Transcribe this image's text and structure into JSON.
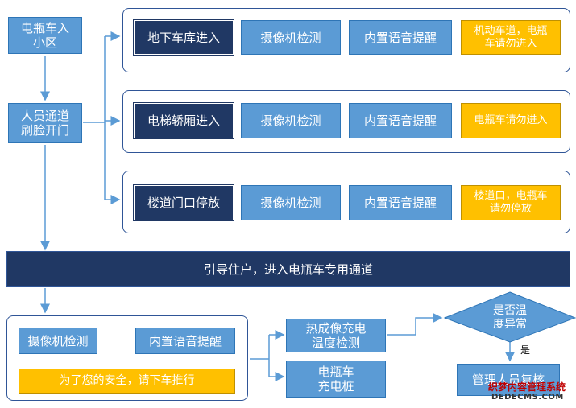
{
  "start": "电瓶车入\n小区",
  "gate": "人员通道\n刷脸开门",
  "rows": [
    {
      "entry": "地下车库进入",
      "camera": "摄像机检测",
      "voice": "内置语音提醒",
      "warning": "机动车道，电瓶\n车请勿进入"
    },
    {
      "entry": "电梯轿厢进入",
      "camera": "摄像机检测",
      "voice": "内置语音提醒",
      "warning": "电瓶车请勿进入"
    },
    {
      "entry": "楼道门口停放",
      "camera": "摄像机检测",
      "voice": "内置语音提醒",
      "warning": "楼道口，电瓶车\n请勿停放"
    }
  ],
  "banner": "引导住户，进入电瓶车专用通道",
  "bottom": {
    "camera": "摄像机检测",
    "voice": "内置语音提醒",
    "notice": "为了您的安全，请下车推行",
    "thermal": "热成像充电\n温度检测",
    "pile": "电瓶车\n充电桩",
    "decision": "是否温\n度异常",
    "yes": "是",
    "manager": "管理人员复核"
  },
  "watermark": {
    "line1": "织梦内容管理系统",
    "line2": "DEDECMS.COM"
  },
  "colors": {
    "blue": "#5b9bd5",
    "dark": "#203864",
    "yellow": "#ffc000",
    "border": "#2f5597"
  }
}
